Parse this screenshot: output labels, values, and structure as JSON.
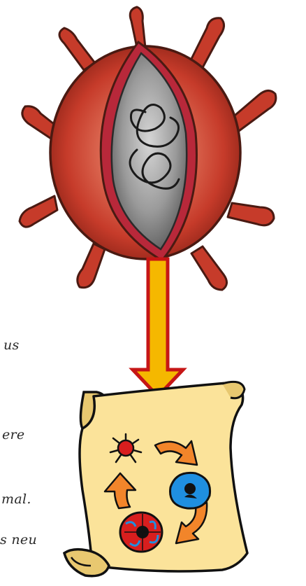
{
  "text_fragments": [
    "us",
    "ere",
    "mal.",
    "s neu"
  ],
  "colors": {
    "virus_body": "#c63b2a",
    "virus_dark": "#8e2418",
    "virus_highlight": "#e88a72",
    "virus_outline": "#4a1a12",
    "core_gray": "#9a9a9a",
    "core_dark": "#5c5c5c",
    "core_light": "#d0d0d0",
    "arrow_fill": "#f5b800",
    "arrow_stroke": "#c61616",
    "scroll_paper": "#fbe39a",
    "scroll_edge": "#e8c870",
    "orange_arrow": "#f2852a",
    "blue_cell": "#1f8fe0",
    "red_cell": "#d81e1e"
  },
  "icons": [
    "virus-illustration",
    "down-arrow-icon",
    "scroll-illustration"
  ]
}
